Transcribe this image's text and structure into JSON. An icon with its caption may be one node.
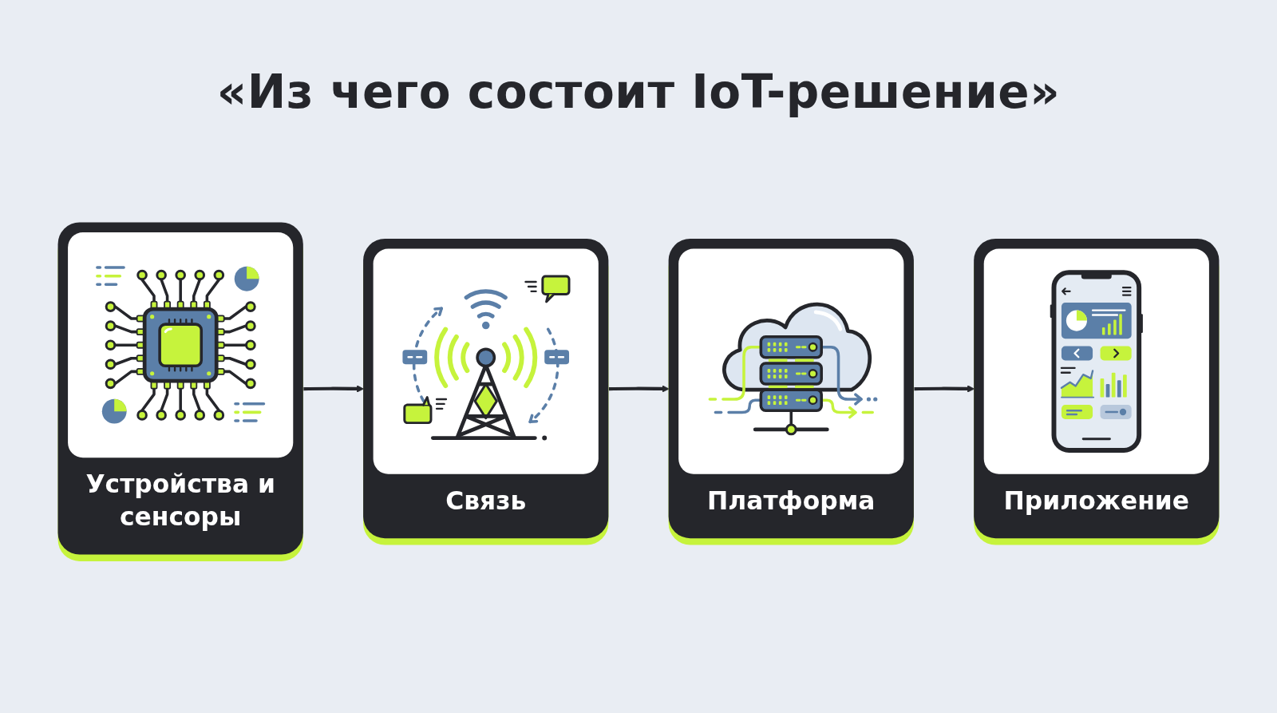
{
  "diagram": {
    "title": "«Из чего состоит IoT-решение»",
    "nodes": [
      {
        "text": [
          "Устройства и сенсоры"
        ]
      },
      {
        "text": [
          "Связь"
        ]
      },
      {
        "text": [
          "Платформа"
        ]
      },
      {
        "text": [
          "Приложение"
        ]
      }
    ],
    "edges": [
      {
        "from": 0,
        "to": 1,
        "arrow": "to"
      },
      {
        "from": 1,
        "to": 2,
        "arrow": "to"
      },
      {
        "from": 2,
        "to": 3,
        "arrow": "to"
      }
    ]
  }
}
